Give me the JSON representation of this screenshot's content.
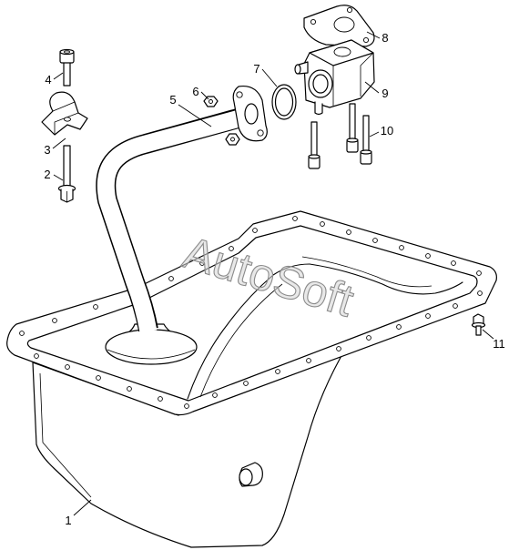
{
  "callouts": {
    "c1": "1",
    "c2": "2",
    "c3": "3",
    "c4": "4",
    "c5": "5",
    "c6": "6",
    "c7": "7",
    "c8": "8",
    "c9": "9",
    "c10": "10",
    "c11": "11"
  },
  "watermark": "AutoSoft",
  "colors": {
    "line": "#000000",
    "background": "#ffffff",
    "watermark_fill": "#d6d6d6",
    "watermark_stroke": "#8a8a8a"
  }
}
